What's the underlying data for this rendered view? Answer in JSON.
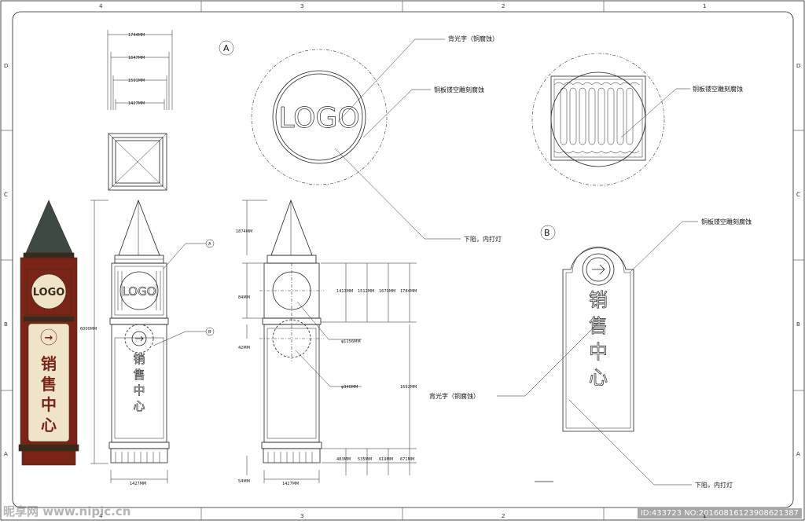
{
  "frame": {
    "col_labels": [
      "4",
      "3",
      "2",
      "1"
    ],
    "row_labels": [
      "D",
      "C",
      "B",
      "A"
    ]
  },
  "top_dims": [
    "1744MM",
    "1647MM",
    "1591MM",
    "1427MM"
  ],
  "left_tower": {
    "logo": "LOGO",
    "chars": [
      "销",
      "售",
      "中",
      "心"
    ],
    "arrow": "→",
    "colors": {
      "roof": "#3d4a44",
      "body": "#7a2418",
      "panel": "#efe4c8",
      "text": "#7a2418",
      "trim": "#3a2a1c"
    }
  },
  "elevation": {
    "height_dim": "6000MM",
    "bottom_dim": "1427MM",
    "callout_a": "A",
    "callout_b": "B",
    "logo": "LOGO",
    "chars": [
      "销",
      "售",
      "中",
      "心"
    ]
  },
  "section": {
    "left_dims": [
      "1874MM",
      "84MM",
      "42MM",
      "54MM"
    ],
    "bottom_width": "1427MM",
    "right_dims_top": [
      "1413MM",
      "1512MM",
      "1679MM",
      "1784MM"
    ],
    "right_dims_bottom": [
      "483MM",
      "535MM",
      "619MM",
      "671MM"
    ],
    "height_dim": "1692MM",
    "dia1": "φ1156MM",
    "dia2": "φ940MM"
  },
  "detail_a": {
    "marker": "A",
    "logo": "LOGO",
    "label_backlit": "背光字（铜腐蚀）",
    "label_hollow": "铜板镂空雕刻腐蚀",
    "label_hollow_right": "铜板镂空雕刻腐蚀",
    "label_light": "下陷，内打灯"
  },
  "detail_b": {
    "marker": "B",
    "chars": [
      "销",
      "售",
      "中",
      "心"
    ],
    "label_hollow": "铜板镂空雕刻腐蚀",
    "label_backlit": "背光字（铜腐蚀）",
    "label_light": "下陷，内打灯"
  },
  "watermark": {
    "left": "昵享网 www.nipic.cn",
    "right": "ID:433723 NO:20160816123908621387"
  }
}
